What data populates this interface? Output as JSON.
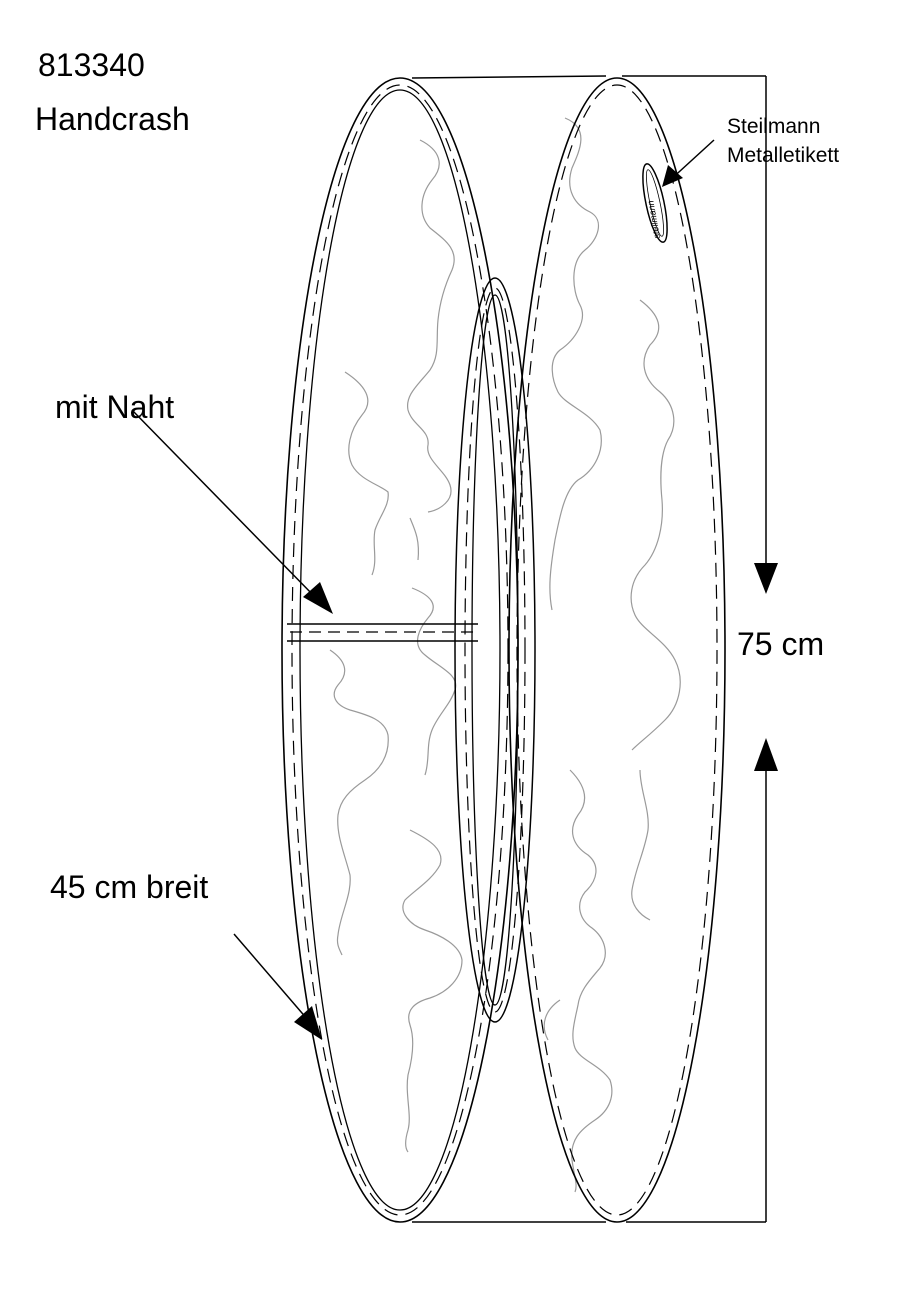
{
  "header": {
    "article_number": "813340",
    "product_name": "Handcrash"
  },
  "annotations": {
    "seam_label": "mit Naht",
    "width_label": "45 cm breit",
    "height_label": "75 cm",
    "tag_label_line1": "Steilmann",
    "tag_label_line2": "Metalletikett",
    "tag_logo_text": "steilmann"
  },
  "colors": {
    "line": "#000000",
    "pattern": "#9a9a9a",
    "background": "#ffffff"
  }
}
